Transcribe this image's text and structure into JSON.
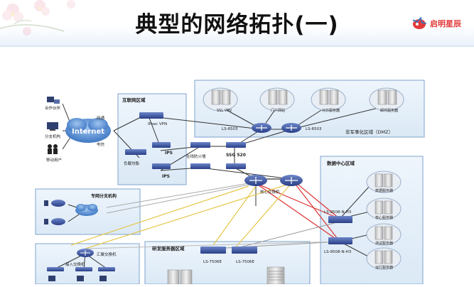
{
  "header": {
    "title": "典型的网络拓扑(一)",
    "logo_text": "启明星辰"
  },
  "diagram": {
    "zones": {
      "internet_zone": "互联网区域",
      "dmz": "非军事化区域（DMZ）",
      "datacenter": "数据中心区域",
      "branch": "专网分支机构",
      "rnd": "研发服务器区域"
    },
    "cloud": "Internet",
    "users": {
      "partner": "合作伙伴",
      "branch_org": "分支机构",
      "mobile": "移动用户"
    },
    "links": {
      "china_unicom": "网通",
      "china_telecom": "电信"
    },
    "devices": {
      "ipsec_vpn": "IPsec VPN",
      "ips1": "IPS",
      "ips2": "IPS",
      "load_balancer": "负载均衡",
      "ls6503_a": "LS-6503",
      "ls6503_b": "LS-6503",
      "ssg520": "SSG 520",
      "firewall_label": "在线防火墙",
      "core_switch": "核心交换机",
      "ls9508_a": "LS-9508-N-H3",
      "ls9508_b": "LS-9508-N-H3",
      "ls7506_a": "LS-7506E",
      "ls7506_b": "LS-7506E",
      "agg_switch": "汇聚交换机",
      "access_switch": "接入交换机"
    },
    "servers": {
      "ssl_vpn": "SSL VPN",
      "dmz2": "门户网站",
      "dmz3": "对外服务器",
      "dmz4": "邮件服务器",
      "dc1": "数据服务器",
      "dc2": "核心服务器",
      "dc3": "测试服务器",
      "dc4": "运行服务器"
    }
  }
}
